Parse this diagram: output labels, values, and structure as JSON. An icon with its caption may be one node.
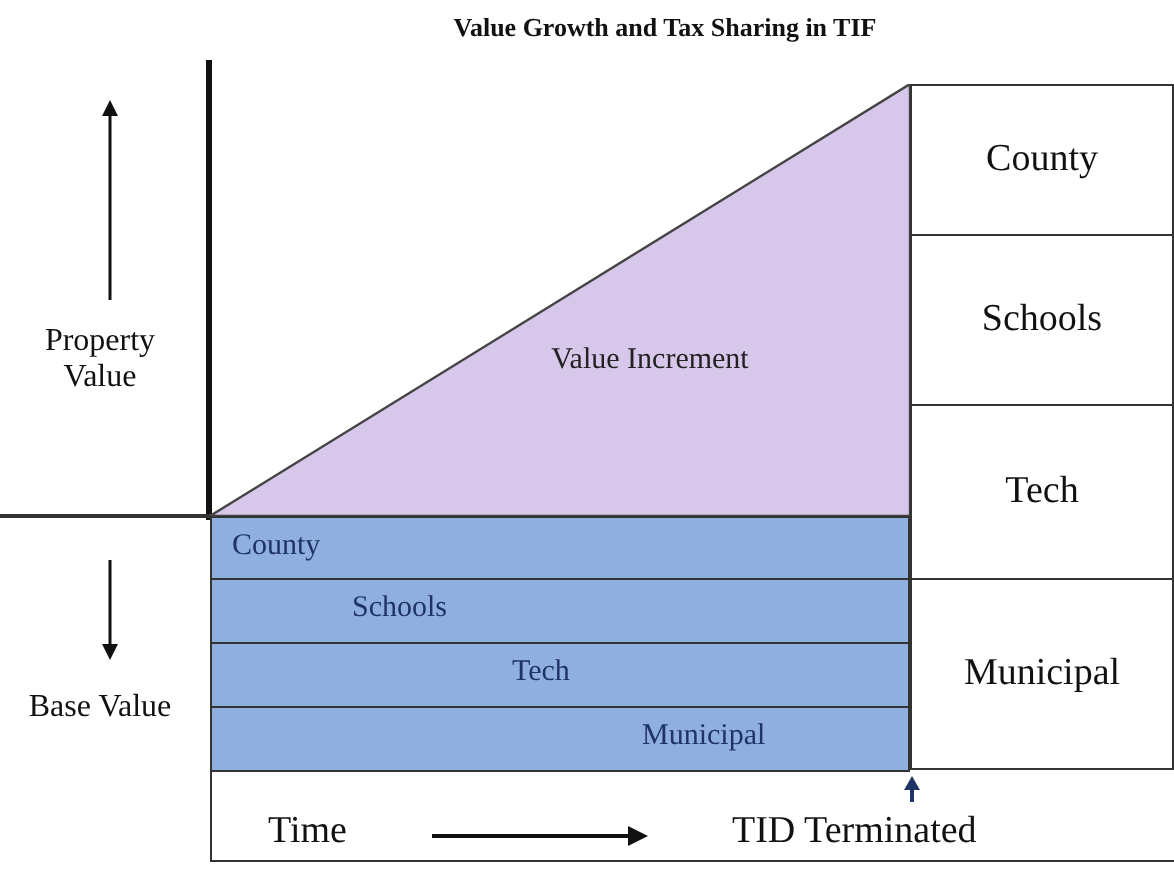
{
  "diagram": {
    "title": "Value Growth and Tax Sharing in TIF",
    "nodes": [
      {
        "text": [
          "Value Increment"
        ]
      },
      {
        "text": [
          "County"
        ]
      },
      {
        "text": [
          "Schools"
        ]
      },
      {
        "text": [
          "Tech"
        ]
      },
      {
        "text": [
          "Municipal"
        ]
      },
      {
        "text": [
          "County"
        ]
      },
      {
        "text": [
          "Schools"
        ]
      },
      {
        "text": [
          "Tech"
        ]
      },
      {
        "text": [
          "Municipal"
        ]
      },
      {
        "text": [
          "Time",
          "TID Terminated"
        ]
      }
    ],
    "labels": [
      "Property Value",
      "Base Value"
    ]
  }
}
